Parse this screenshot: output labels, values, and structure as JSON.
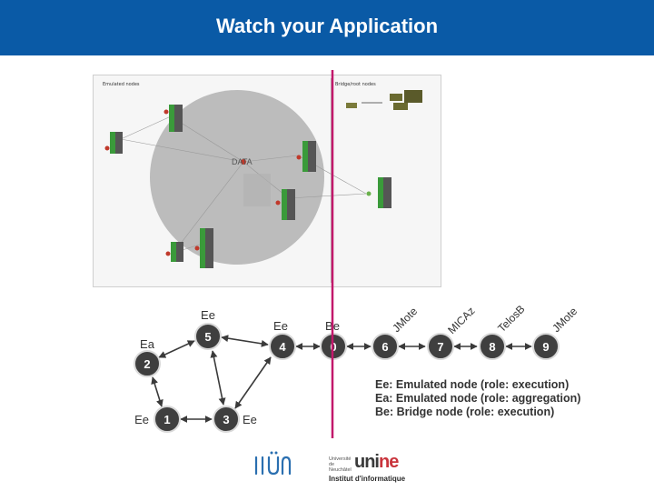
{
  "header": {
    "title": "Watch your Application"
  },
  "screenshot": {
    "left_pane_title": "Emulated nodes",
    "right_pane_title": "Bridge/root nodes",
    "center_label": "DATA"
  },
  "graph": {
    "nodes": [
      {
        "id": "1",
        "role": "Ee"
      },
      {
        "id": "2",
        "role": "Ea"
      },
      {
        "id": "3",
        "role": "Ee"
      },
      {
        "id": "4",
        "role": "Ee"
      },
      {
        "id": "5",
        "role": "Ee"
      },
      {
        "id": "0",
        "role": "Be"
      },
      {
        "id": "6",
        "role": "JMote"
      },
      {
        "id": "7",
        "role": "MICAz"
      },
      {
        "id": "8",
        "role": "TelosB"
      },
      {
        "id": "9",
        "role": "JMote"
      }
    ]
  },
  "legend": {
    "line1": "Ee: Emulated node (role: execution)",
    "line2": "Ea: Emulated node (role: aggregation)",
    "line3": "Be: Bridge node (role: execution)"
  },
  "logos": {
    "iiun": "iiUn",
    "unine_small": "Université de Neuchâtel",
    "unine_main": "uni",
    "unine_accent": "ne",
    "unine_institute": "Institut d'informatique"
  },
  "colors": {
    "header": "#0a5aa6",
    "divider": "#c2186b",
    "node_dark": "#3f3f3f",
    "data_circle": "#bcbcbc"
  }
}
